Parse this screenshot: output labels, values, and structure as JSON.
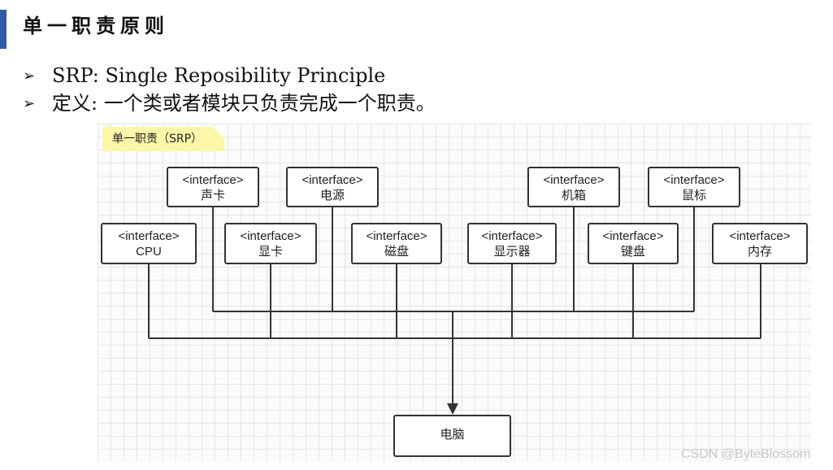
{
  "heading": {
    "title": "单一职责原则"
  },
  "bullets": [
    {
      "marker": "➢",
      "text": "SRP: Single Reposibility Principle"
    },
    {
      "marker": "➢",
      "text": "定义: 一个类或者模块只负责完成一个职责。"
    }
  ],
  "diagram": {
    "note": "单一职责（SRP）",
    "stereotype": "<interface>",
    "nodes": {
      "sound_card": "声卡",
      "power": "电源",
      "chassis": "机箱",
      "mouse": "鼠标",
      "cpu": "CPU",
      "graphics_card": "显卡",
      "disk": "磁盘",
      "monitor": "显示器",
      "keyboard": "键盘",
      "memory": "内存",
      "computer": "电脑"
    }
  },
  "watermark": "CSDN @ByteBlossom"
}
